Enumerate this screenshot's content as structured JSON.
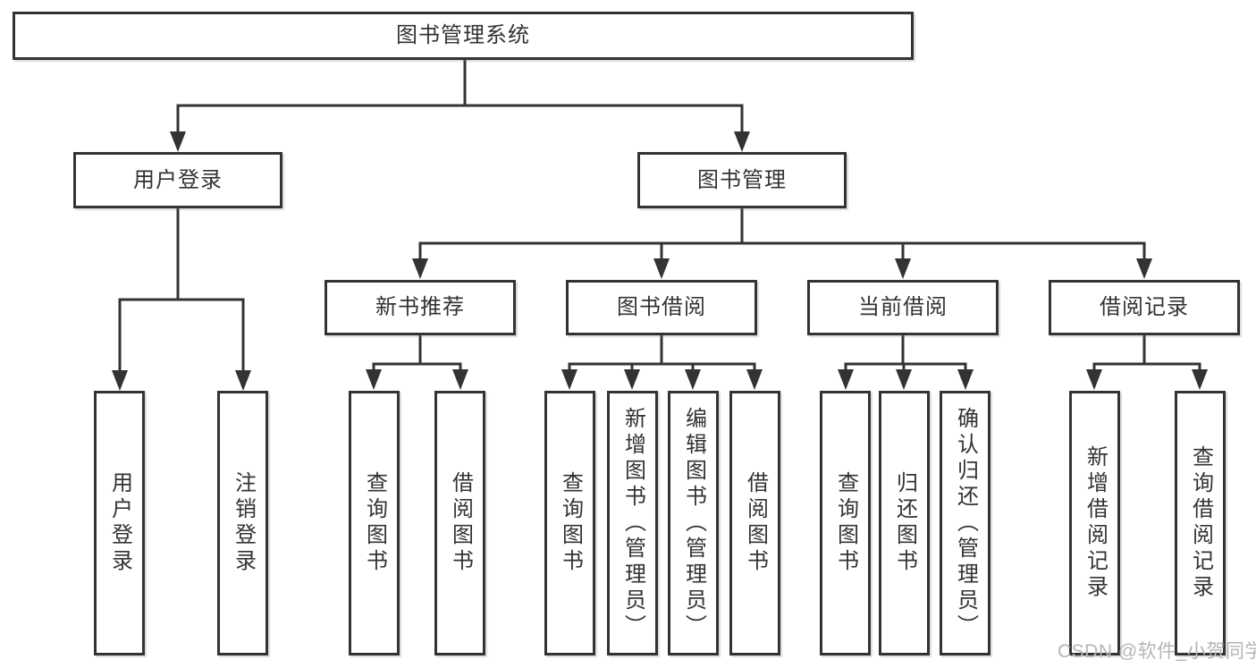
{
  "diagram": {
    "title": "图书管理系统",
    "root": {
      "label": "图书管理系统"
    },
    "level2": [
      {
        "label": "用户登录"
      },
      {
        "label": "图书管理"
      }
    ],
    "level3": [
      {
        "label": "新书推荐",
        "parent": "图书管理"
      },
      {
        "label": "图书借阅",
        "parent": "图书管理"
      },
      {
        "label": "当前借阅",
        "parent": "图书管理"
      },
      {
        "label": "借阅记录",
        "parent": "图书管理"
      }
    ],
    "leaves": [
      {
        "label": "用户登录",
        "parent": "用户登录"
      },
      {
        "label": "注销登录",
        "parent": "用户登录"
      },
      {
        "label": "查询图书",
        "parent": "新书推荐"
      },
      {
        "label": "借阅图书",
        "parent": "新书推荐"
      },
      {
        "label": "查询图书",
        "parent": "图书借阅"
      },
      {
        "label": "新增图书（管理员）",
        "parent": "图书借阅"
      },
      {
        "label": "编辑图书（管理员）",
        "parent": "图书借阅"
      },
      {
        "label": "借阅图书",
        "parent": "图书借阅"
      },
      {
        "label": "查询图书",
        "parent": "当前借阅"
      },
      {
        "label": "归还图书",
        "parent": "当前借阅"
      },
      {
        "label": "确认归还（管理员）",
        "parent": "当前借阅"
      },
      {
        "label": "新增借阅记录",
        "parent": "借阅记录"
      },
      {
        "label": "查询借阅记录",
        "parent": "借阅记录"
      }
    ]
  },
  "colors": {
    "line": "#333333",
    "text": "#333333",
    "box_background": "#ffffff",
    "watermark": "#b5b5b5"
  },
  "watermark": "CSDN @软件_小贺同学"
}
